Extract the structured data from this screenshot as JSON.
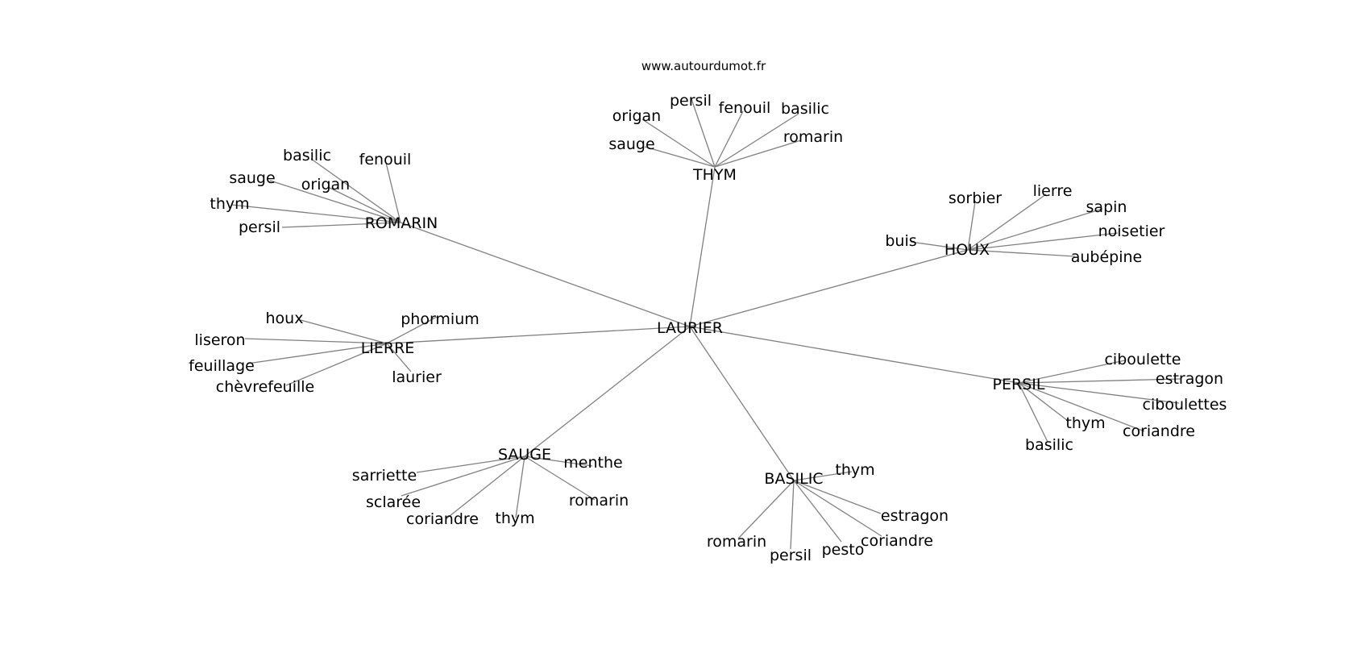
{
  "site_label": "www.autourdumot.fr",
  "graph": {
    "root": "LAURIER",
    "clusters": [
      {
        "hub": "THYM",
        "words": [
          "origan",
          "persil",
          "fenouil",
          "basilic",
          "romarin",
          "sauge"
        ]
      },
      {
        "hub": "ROMARIN",
        "words": [
          "basilic",
          "fenouil",
          "sauge",
          "origan",
          "thym",
          "persil"
        ]
      },
      {
        "hub": "HOUX",
        "words": [
          "sorbier",
          "lierre",
          "sapin",
          "buis",
          "noisetier",
          "aubépine"
        ]
      },
      {
        "hub": "LIERRE",
        "words": [
          "houx",
          "phormium",
          "liseron",
          "feuillage",
          "chèvrefeuille",
          "laurier"
        ]
      },
      {
        "hub": "PERSIL",
        "words": [
          "ciboulette",
          "estragon",
          "ciboulettes",
          "thym",
          "coriandre",
          "basilic"
        ]
      },
      {
        "hub": "SAUGE",
        "words": [
          "menthe",
          "sarriette",
          "sclarée",
          "romarin",
          "coriandre",
          "thym"
        ]
      },
      {
        "hub": "BASILIC",
        "words": [
          "thym",
          "estragon",
          "coriandre",
          "romarin",
          "persil",
          "pesto"
        ]
      }
    ]
  },
  "colors": {
    "edge": "#808080",
    "text": "#000000",
    "background": "#ffffff"
  }
}
